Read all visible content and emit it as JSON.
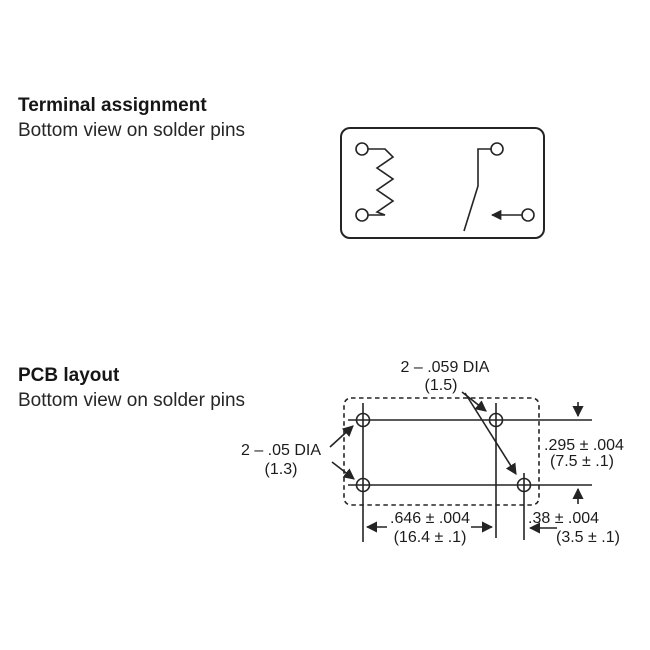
{
  "colors": {
    "background": "#ffffff",
    "ink": "#242424"
  },
  "terminal_section": {
    "title": "Terminal assignment",
    "subtitle": "Bottom view on solder pins"
  },
  "pcb_section": {
    "title": "PCB layout",
    "subtitle": "Bottom view on solder pins",
    "labels": {
      "large_holes_line1": "2 – .059 DIA",
      "large_holes_line2": "(1.5)",
      "small_holes_line1": "2 – .05 DIA",
      "small_holes_line2": "(1.3)",
      "height_dim_line1": ".295 ± .004",
      "height_dim_line2": "(7.5 ± .1)",
      "width_dim_line1": ".646 ± .004",
      "width_dim_line2": "(16.4 ± .1)",
      "offset_dim_line1": ".38 ± .004",
      "offset_dim_line2": "(3.5 ± .1)"
    }
  }
}
